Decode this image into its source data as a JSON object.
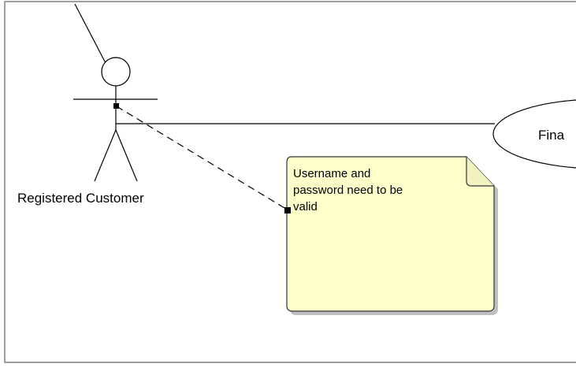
{
  "diagram": {
    "actor": {
      "label": "Registered Customer"
    },
    "use_case": {
      "label": "Fina"
    },
    "note": {
      "lines": [
        "Username and",
        "password need to be",
        "valid"
      ]
    },
    "colors": {
      "background": "#ffffff",
      "note_fill": "#ffffcc",
      "note_stroke": "#333333",
      "note_shadow": "#bfbfbf",
      "line": "#000000",
      "frame": "#808080"
    },
    "icons": {
      "actor": "stick-figure-icon",
      "anchor": "square-handle-icon"
    }
  }
}
